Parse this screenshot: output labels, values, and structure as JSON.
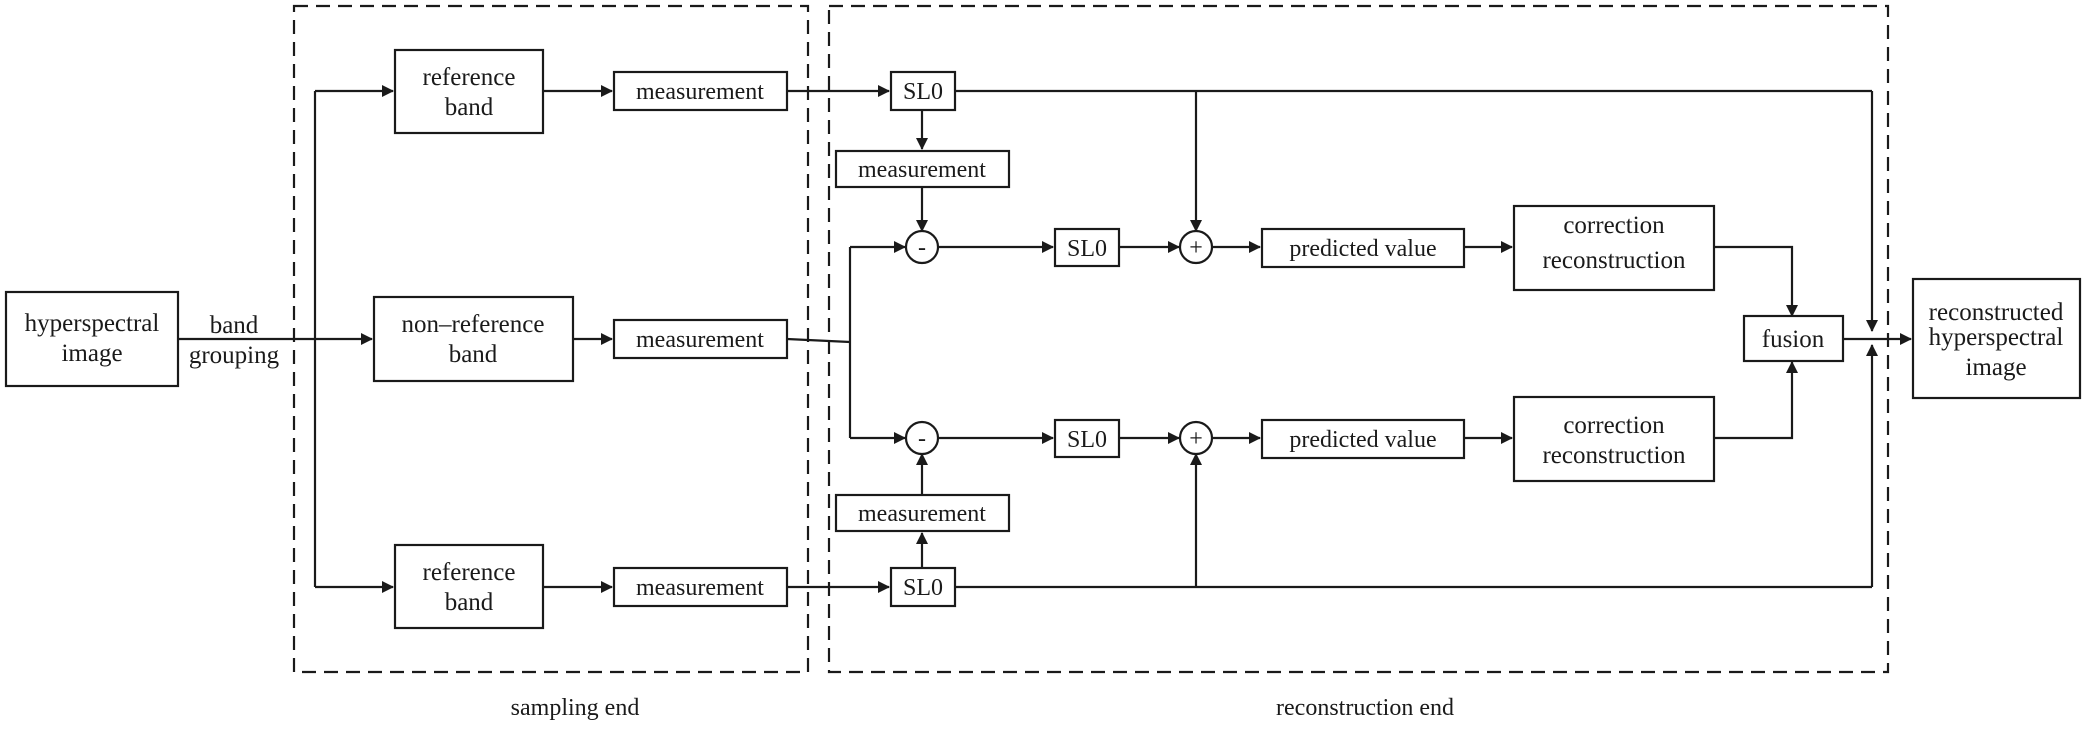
{
  "sections": {
    "sampling_end": "sampling end",
    "reconstruction_end": "reconstruction end"
  },
  "input": {
    "line1": "hyperspectral",
    "line2": "image"
  },
  "band_grouping": {
    "line1": "band",
    "line2": "grouping"
  },
  "top_ref_band": {
    "line1": "reference",
    "line2": "band"
  },
  "nonref_band": {
    "line1": "non–reference",
    "line2": "band"
  },
  "bottom_ref_band": {
    "line1": "reference",
    "line2": "band"
  },
  "measurement_label": "measurement",
  "sl0_label": "SL0",
  "minus_op": "-",
  "plus_op": "+",
  "predicted_value_label": "predicted value",
  "correction": {
    "line1": "correction",
    "line2": "reconstruction"
  },
  "fusion_label": "fusion",
  "output": {
    "line1": "reconstructed",
    "line2": "hyperspectral",
    "line3": "image"
  },
  "colors": {
    "stroke": "#1a1a1a",
    "background": "#ffffff"
  }
}
